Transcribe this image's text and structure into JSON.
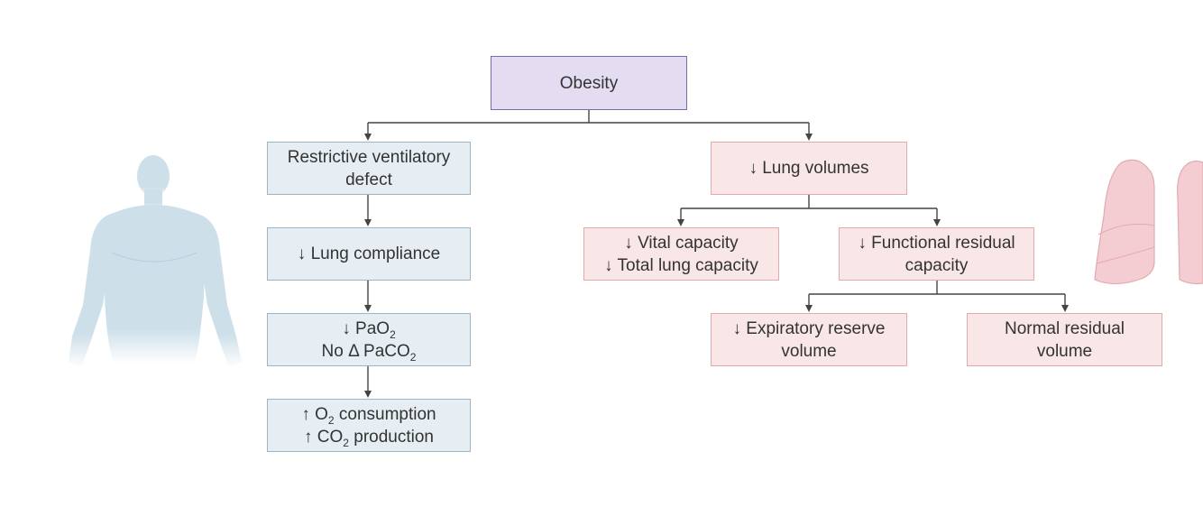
{
  "root": {
    "label": "Obesity"
  },
  "left_branch": {
    "restrictive": {
      "line1": "Restrictive ventilatory",
      "line2": "defect"
    },
    "compliance": {
      "arrow": "↓",
      "label": "Lung compliance"
    },
    "gas": {
      "arrow": "↓",
      "pao2_text": "PaO",
      "pao2_sub": "2",
      "no_delta": "No Δ PaCO",
      "paco2_sub": "2"
    },
    "metabolism": {
      "o2_arrow": "↑",
      "o2_prefix": "O",
      "o2_sub": "2",
      "o2_suffix": "consumption",
      "co2_arrow": "↑",
      "co2_prefix": "CO",
      "co2_sub": "2",
      "co2_suffix": "production"
    }
  },
  "right_branch": {
    "lung_volumes": {
      "arrow": "↓",
      "label": "Lung volumes"
    },
    "capacities": {
      "arrow": "↓",
      "vital": "Vital capacity",
      "arrow2": "↓",
      "total": "Total lung capacity"
    },
    "frc": {
      "arrow": "↓",
      "line1": "Functional residual",
      "line2": "capacity"
    },
    "erv": {
      "arrow": "↓",
      "line1": "Expiratory reserve",
      "line2": "volume"
    },
    "rv": {
      "line1": "Normal residual",
      "line2": "volume"
    }
  },
  "illustrations": {
    "left": "person-silhouette-icon",
    "right": "lungs-icon"
  },
  "colors": {
    "purple_fill": "#e4dcf0",
    "purple_border": "#7d6aa8",
    "blue_fill": "#e6eef3",
    "blue_border": "#9cb6c6",
    "pink_fill": "#f9e6e7",
    "pink_border": "#e3a9ad",
    "line": "#444444",
    "person": "#cddfe9",
    "lungs": "#f4cdd2"
  }
}
